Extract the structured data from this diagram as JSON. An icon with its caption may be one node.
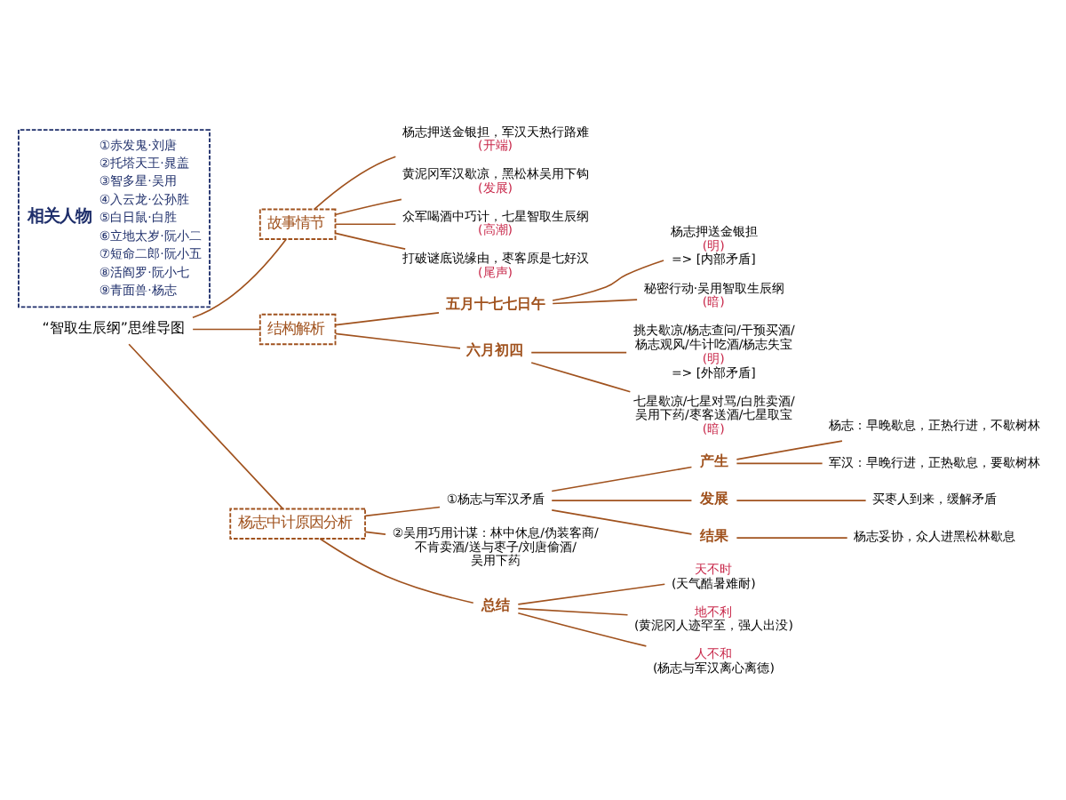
{
  "diagram": {
    "nodes": [
      {
        "text": [
          "“智取生辰纲”思维导图"
        ]
      },
      {
        "text": [
          "故事情节"
        ]
      },
      {
        "text": [
          "杨志押送金银担，军汉天热行路难",
          "(开端)"
        ]
      },
      {
        "text": [
          "黄泥冈军汉歇凉，黑松林吴用下钩",
          "(发展)"
        ]
      },
      {
        "text": [
          "众军喝酒中巧计，七星智取生辰纲",
          "(高潮)"
        ]
      },
      {
        "text": [
          "打破谜底说缘由，枣客原是七好汉",
          "(尾声)"
        ]
      },
      {
        "text": [
          "结构解析"
        ]
      },
      {
        "text": [
          "五月十七七日午"
        ]
      },
      {
        "text": [
          "杨志押送金银担",
          "(明)",
          "=> [内部矛盾]"
        ]
      },
      {
        "text": [
          "秘密行动·吴用智取生辰纲",
          "(暗)"
        ]
      },
      {
        "text": [
          "六月初四"
        ]
      },
      {
        "text": [
          "挑夫歇凉/杨志查问/干预买酒/杨志观风/牛计吃酒/杨志失宝",
          "(明)",
          "=> [外部矛盾]"
        ]
      },
      {
        "text": [
          "七星歇凉/七星对骂/白胜卖酒/吴用下药/枣客送酒/七星取宝",
          "(暗)"
        ]
      },
      {
        "text": [
          "杨志中计原因分析"
        ]
      },
      {
        "text": [
          "①杨志与军汉矛盾"
        ]
      },
      {
        "text": [
          "产生"
        ]
      },
      {
        "text": [
          "杨志：早晚歇息，正热行进，不歇树林"
        ]
      },
      {
        "text": [
          "军汉：早晚行进，正热歇息，要歇树林"
        ]
      },
      {
        "text": [
          "发展"
        ]
      },
      {
        "text": [
          "买枣人到来，缓解矛盾"
        ]
      },
      {
        "text": [
          "结果"
        ]
      },
      {
        "text": [
          "杨志妥协，众人进黑松林歇息"
        ]
      },
      {
        "text": [
          "②吴用巧用计谋：林中休息/伪装客商/不肯卖酒/送与枣子/刘唐偷酒/吴用下药"
        ]
      },
      {
        "text": [
          "总结"
        ]
      },
      {
        "text": [
          "天不时",
          "(天气酷暑难耐)"
        ]
      },
      {
        "text": [
          "地不利",
          "(黄泥冈人迹罕至，强人出没)"
        ]
      },
      {
        "text": [
          "人不和",
          "(杨志与军汉离心离德)"
        ]
      },
      {
        "text": [
          "相关人物",
          "①赤发鬼·刘唐",
          "②托塔天王·晁盖",
          "③智多星·吴用",
          "④入云龙·公孙胜",
          "⑤白日鼠·白胜",
          "⑥立地太岁·阮小二",
          "⑦短命二郎·阮小五",
          "⑧活阎罗·阮小七",
          "⑨青面兽·杨志"
        ]
      }
    ],
    "edges": [
      {
        "from": 0,
        "to": 1,
        "arrow": "none"
      },
      {
        "from": 0,
        "to": 6,
        "arrow": "none"
      },
      {
        "from": 0,
        "to": 13,
        "arrow": "none"
      },
      {
        "from": 1,
        "to": 2,
        "arrow": "none"
      },
      {
        "from": 1,
        "to": 3,
        "arrow": "none"
      },
      {
        "from": 1,
        "to": 4,
        "arrow": "none"
      },
      {
        "from": 1,
        "to": 5,
        "arrow": "none"
      },
      {
        "from": 6,
        "to": 7,
        "arrow": "none"
      },
      {
        "from": 6,
        "to": 10,
        "arrow": "none"
      },
      {
        "from": 7,
        "to": 8,
        "arrow": "none"
      },
      {
        "from": 7,
        "to": 9,
        "arrow": "none"
      },
      {
        "from": 10,
        "to": 11,
        "arrow": "none"
      },
      {
        "from": 10,
        "to": 12,
        "arrow": "none"
      },
      {
        "from": 13,
        "to": 14,
        "arrow": "none"
      },
      {
        "from": 13,
        "to": 22,
        "arrow": "none"
      },
      {
        "from": 13,
        "to": 23,
        "arrow": "none"
      },
      {
        "from": 14,
        "to": 15,
        "arrow": "none"
      },
      {
        "from": 14,
        "to": 18,
        "arrow": "none"
      },
      {
        "from": 14,
        "to": 20,
        "arrow": "none"
      },
      {
        "from": 15,
        "to": 16,
        "arrow": "none"
      },
      {
        "from": 15,
        "to": 17,
        "arrow": "none"
      },
      {
        "from": 18,
        "to": 19,
        "arrow": "none"
      },
      {
        "from": 20,
        "to": 21,
        "arrow": "none"
      },
      {
        "from": 23,
        "to": 24,
        "arrow": "none"
      },
      {
        "from": 23,
        "to": 25,
        "arrow": "none"
      },
      {
        "from": 23,
        "to": 26,
        "arrow": "none"
      }
    ]
  }
}
